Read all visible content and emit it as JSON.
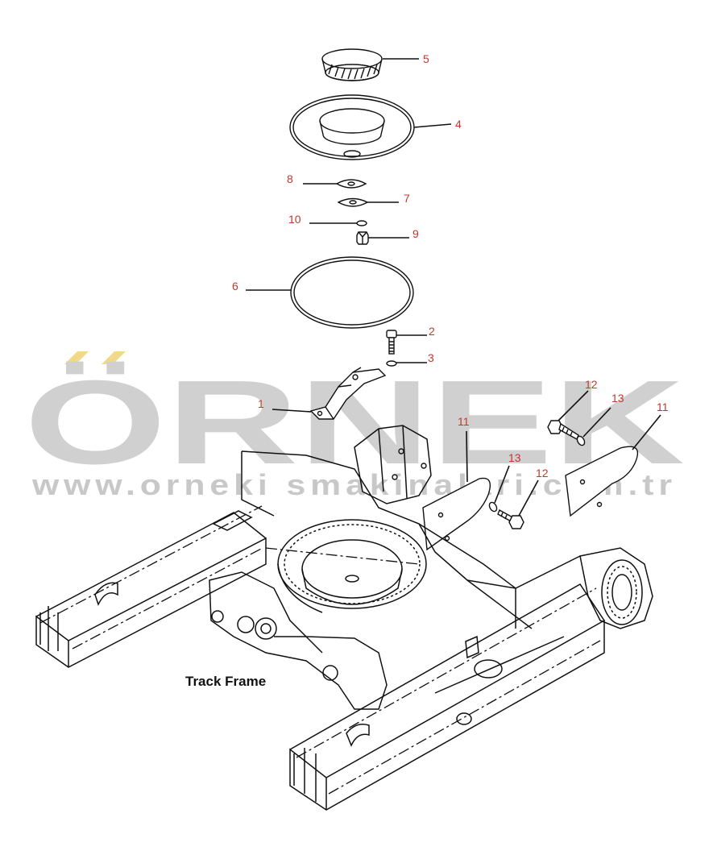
{
  "watermark": {
    "brand": "ÖRNEK",
    "url": "www.orneki smakinalari.com.tr",
    "accent_color": "#f2d98a",
    "text_color": "#d0d0d0"
  },
  "caption": "Track Frame",
  "callout_color": "#c0392b",
  "callouts": {
    "c1": "1",
    "c2": "2",
    "c3": "3",
    "c4": "4",
    "c5": "5",
    "c6": "6",
    "c7": "7",
    "c8": "8",
    "c9": "9",
    "c10": "10",
    "c11a": "11",
    "c11b": "11",
    "c12a": "12",
    "c12b": "12",
    "c13a": "13",
    "c13b": "13"
  }
}
